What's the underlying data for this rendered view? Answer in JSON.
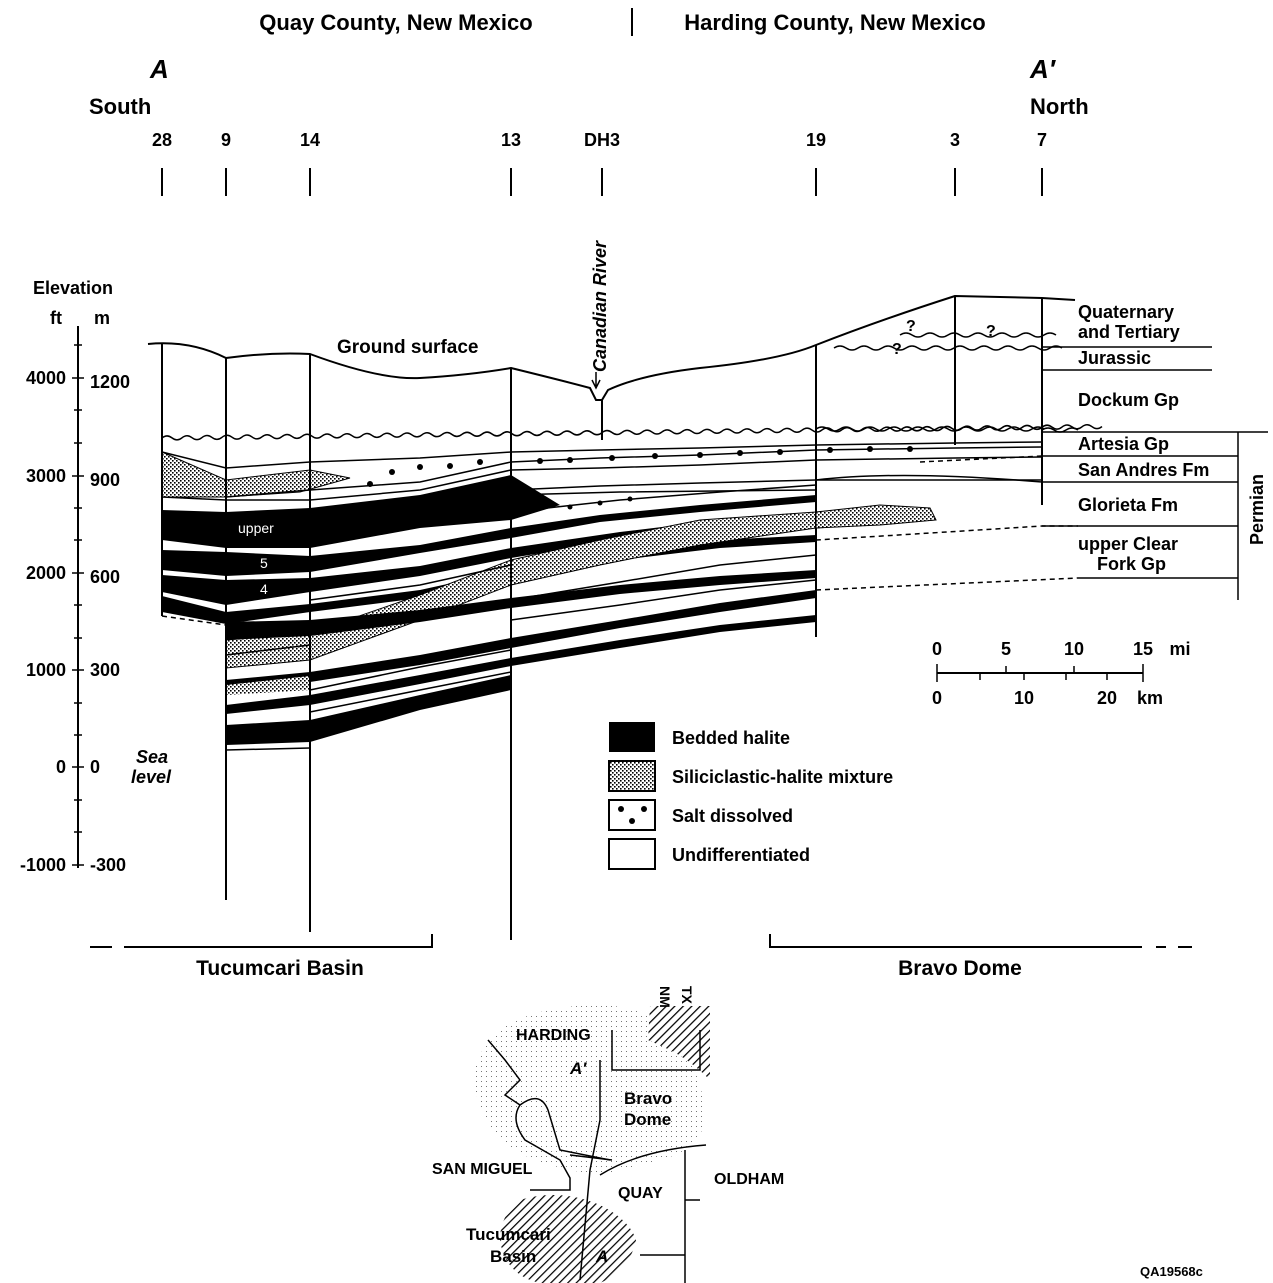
{
  "header": {
    "left_county": "Quay County, New Mexico",
    "right_county": "Harding County, New Mexico"
  },
  "section": {
    "start_label": "A",
    "end_label": "A′",
    "start_dir": "South",
    "end_dir": "North"
  },
  "wells": [
    "28",
    "9",
    "14",
    "13",
    "DH3",
    "19",
    "3",
    "7"
  ],
  "axis": {
    "title": "Elevation",
    "unit_ft": "ft",
    "unit_m": "m",
    "ft_ticks": [
      "4000",
      "3000",
      "2000",
      "1000",
      "0",
      "-1000"
    ],
    "m_ticks": [
      "1200",
      "900",
      "600",
      "300",
      "0",
      "-300"
    ],
    "sea_level_1": "Sea",
    "sea_level_2": "level"
  },
  "annotations": {
    "ground_surface": "Ground surface",
    "river": "Canadian River",
    "unit_upper": "upper",
    "unit_5": "5",
    "unit_4": "4",
    "question": "?"
  },
  "formations": {
    "quaternary_1": "Quaternary",
    "quaternary_2": "and Tertiary",
    "jurassic": "Jurassic",
    "dockum": "Dockum Gp",
    "artesia": "Artesia Gp",
    "san_andres": "San Andres Fm",
    "glorieta": "Glorieta Fm",
    "clear_fork_1": "upper Clear",
    "clear_fork_2": "Fork Gp",
    "permian": "Permian"
  },
  "scale": {
    "mi_ticks": [
      "0",
      "5",
      "10",
      "15"
    ],
    "mi_unit": "mi",
    "km_ticks": [
      "0",
      "10",
      "20"
    ],
    "km_unit": "km"
  },
  "legend": {
    "bedded_halite": "Bedded halite",
    "mixture": "Siliciclastic-halite mixture",
    "dissolved": "Salt dissolved",
    "undiff": "Undifferentiated"
  },
  "basins": {
    "tucumcari": "Tucumcari Basin",
    "bravo": "Bravo Dome"
  },
  "map": {
    "harding": "HARDING",
    "san_miguel": "SAN MIGUEL",
    "quay": "QUAY",
    "oldham": "OLDHAM",
    "bravo_1": "Bravo",
    "bravo_2": "Dome",
    "tucumcari_1": "Tucumcari",
    "tucumcari_2": "Basin",
    "a_prime": "A′",
    "a": "A",
    "nm": "NM",
    "tx": "TX"
  },
  "figure_id": "QA19568c"
}
